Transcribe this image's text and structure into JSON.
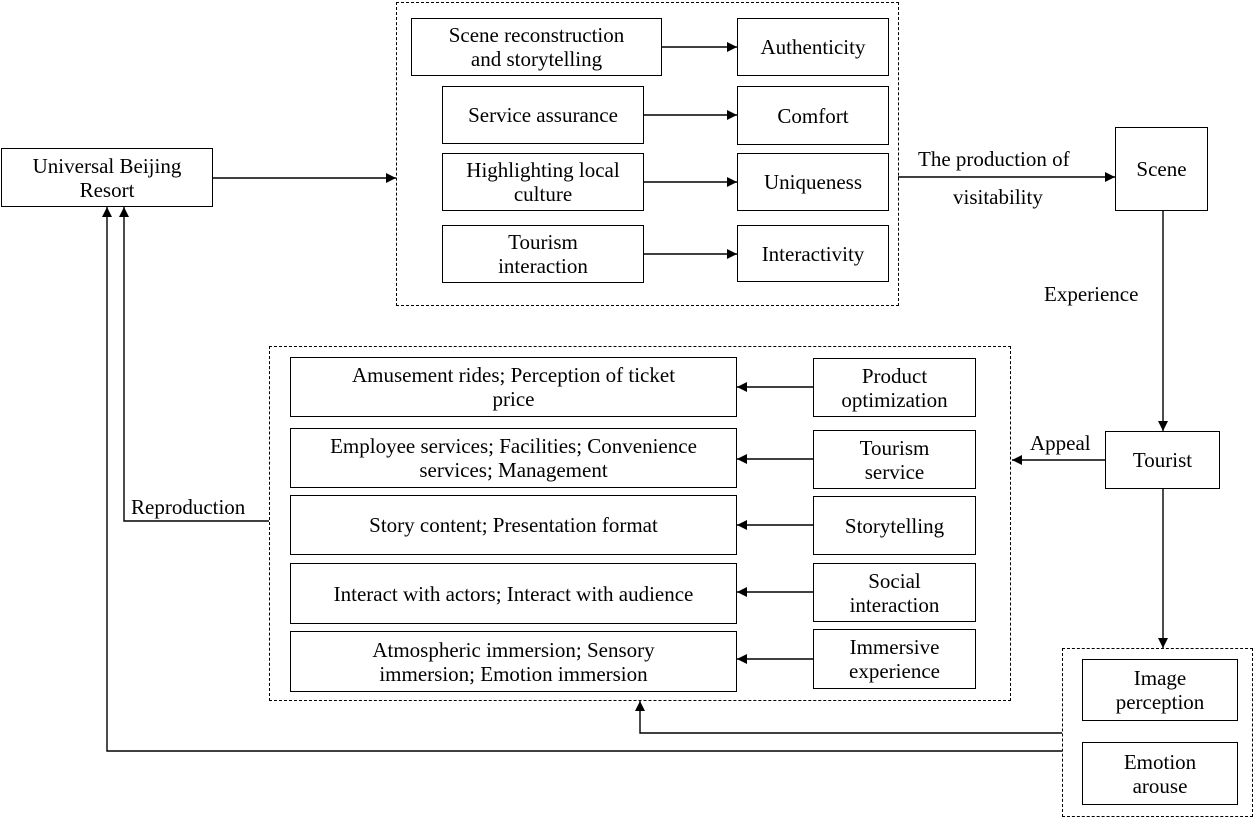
{
  "hub": {
    "resort": "Universal Beijing\nResort",
    "scene": "Scene",
    "tourist": "Tourist"
  },
  "production_group": {
    "rows": [
      {
        "source": "Scene reconstruction\nand storytelling",
        "result": "Authenticity"
      },
      {
        "source": "Service assurance",
        "result": "Comfort"
      },
      {
        "source": "Highlighting local\nculture",
        "result": "Uniqueness"
      },
      {
        "source": "Tourism\ninteraction",
        "result": "Interactivity"
      }
    ]
  },
  "appeal_group": {
    "rows": [
      {
        "detail": "Amusement rides; Perception of ticket\nprice",
        "factor": "Product\noptimization"
      },
      {
        "detail": "Employee services; Facilities; Convenience\nservices; Management",
        "factor": "Tourism\nservice"
      },
      {
        "detail": "Story content; Presentation format",
        "factor": "Storytelling"
      },
      {
        "detail": "Interact with actors; Interact with audience",
        "factor": "Social\ninteraction"
      },
      {
        "detail": "Atmospheric immersion; Sensory\nimmersion; Emotion immersion",
        "factor": "Immersive\nexperience"
      }
    ]
  },
  "outcome_group": {
    "items": [
      "Image\nperception",
      "Emotion\narouse"
    ]
  },
  "edge_labels": {
    "production": "The production of",
    "visitability": "visitability",
    "experience": "Experience",
    "appeal": "Appeal",
    "reproduction": "Reproduction"
  }
}
